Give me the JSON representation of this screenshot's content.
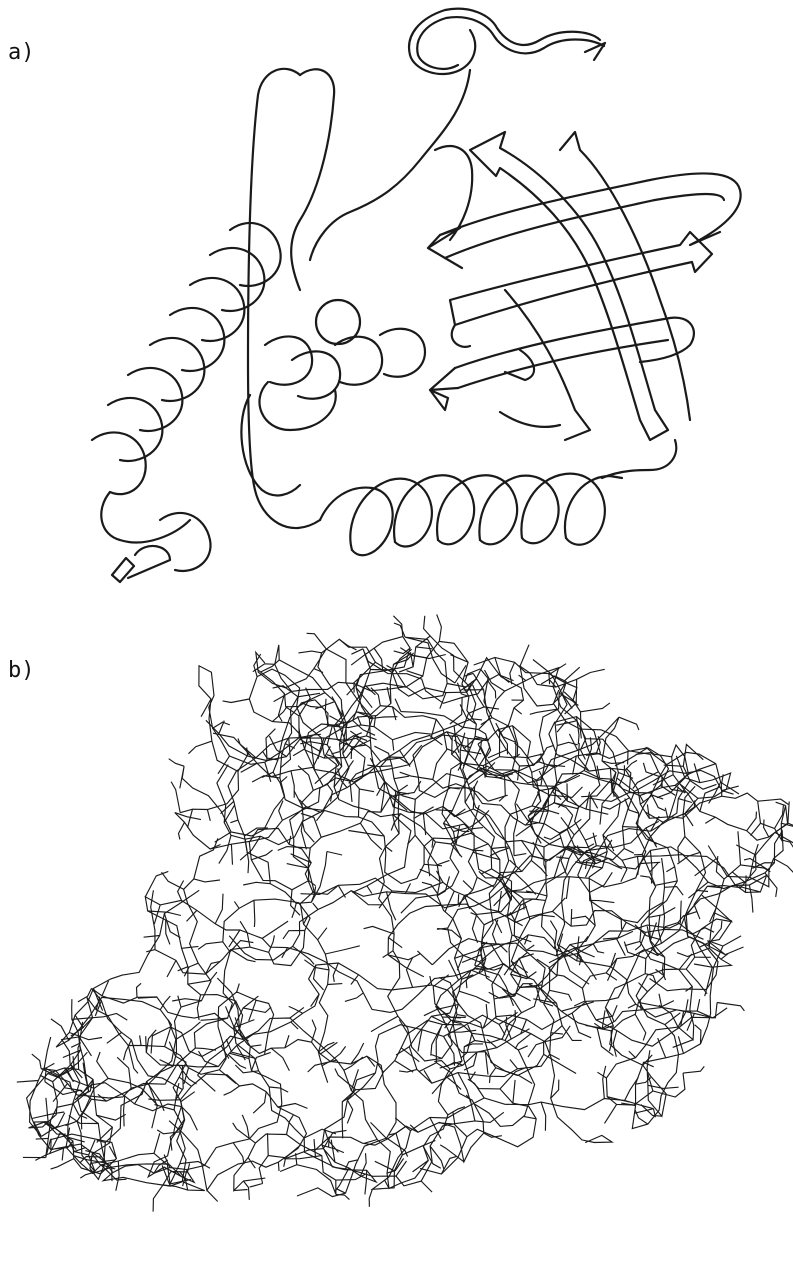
{
  "figure": {
    "panels": [
      {
        "id": "a",
        "label": "a)",
        "depiction": "ribbon-cartoon"
      },
      {
        "id": "b",
        "label": "b)",
        "depiction": "stick-model"
      }
    ]
  },
  "colors": {
    "ink": "#1a1a1a",
    "fill": "#ffffff"
  }
}
